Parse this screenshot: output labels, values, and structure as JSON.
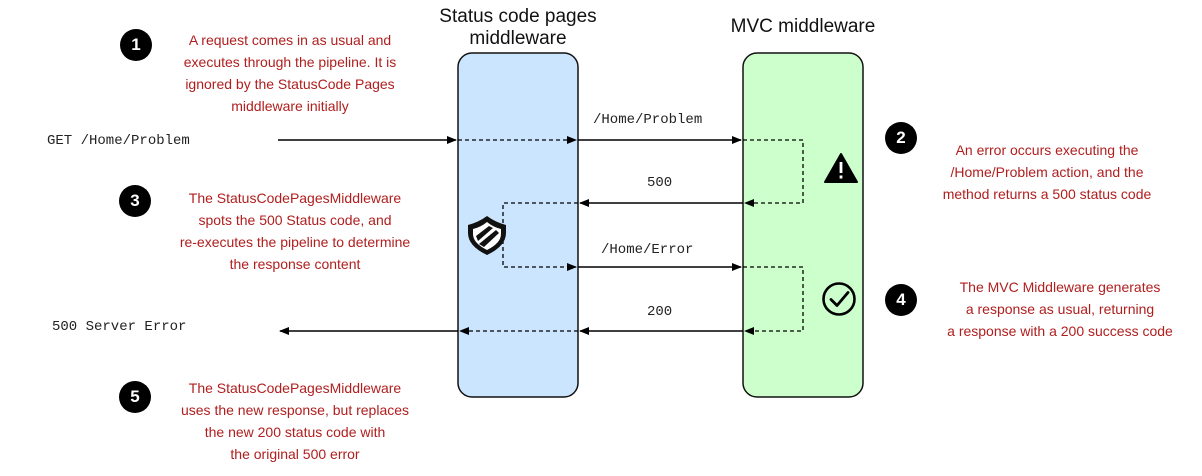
{
  "columns": {
    "status_title": "Status code pages\nmiddleware",
    "mvc_title": "MVC middleware"
  },
  "labels": {
    "request": "GET /Home/Problem",
    "response": "500 Server Error",
    "arrow_problem": "/Home/Problem",
    "arrow_500": "500",
    "arrow_error": "/Home/Error",
    "arrow_200": "200"
  },
  "steps": [
    {
      "number": "1",
      "text": "A request comes in as usual and\nexecutes through the pipeline. It is\nignored by the StatusCode Pages\nmiddleware initially"
    },
    {
      "number": "2",
      "text": "An error occurs executing the\n/Home/Problem action, and the\nmethod returns a 500 status code"
    },
    {
      "number": "3",
      "text": "The StatusCodePagesMiddleware\nspots the 500 Status code, and\nre-executes the pipeline to determine\nthe response content"
    },
    {
      "number": "4",
      "text": "The MVC Middleware generates\na response as usual, returning\na response with a 200 success code"
    },
    {
      "number": "5",
      "text": "The StatusCodePagesMiddleware\nuses the new response, but replaces\nthe new 200 status code with\nthe original 500 error"
    }
  ],
  "icons": [
    "warning-icon",
    "shield-icon",
    "check-circle-icon"
  ],
  "colors": {
    "status_fill": "#cce5ff",
    "mvc_fill": "#ccffcc",
    "note_text": "#b01e1e"
  }
}
